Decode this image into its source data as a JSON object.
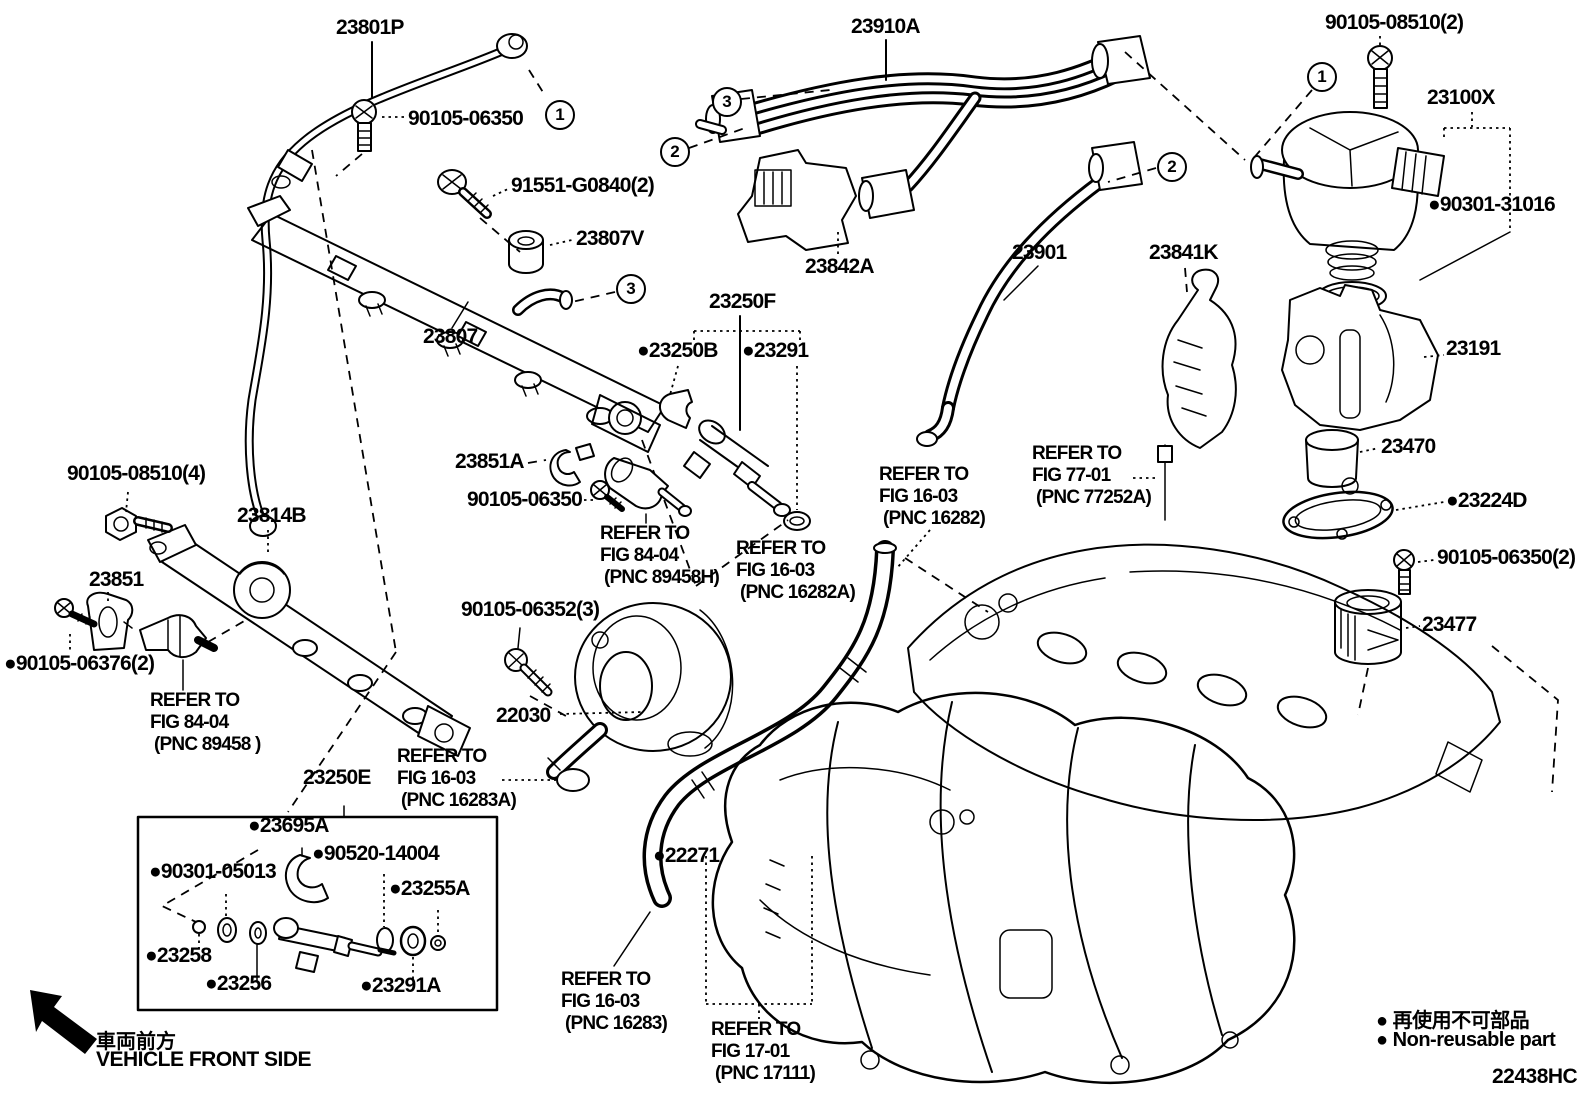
{
  "figure": {
    "code": "22438HC"
  },
  "legend": {
    "marker": "●",
    "jp": "再使用不可部品",
    "en": "Non-reusable part"
  },
  "front": {
    "jp": "車両前方",
    "en": "VEHICLE FRONT SIDE"
  },
  "labels": [
    {
      "text": "23801P"
    },
    {
      "text": "90105-06350"
    },
    {
      "text": "23910A"
    },
    {
      "text": "90105-08510(2)"
    },
    {
      "text": "23100X"
    },
    {
      "text": "●90301-31016"
    },
    {
      "text": "91551-G0840(2)"
    },
    {
      "text": "23807V"
    },
    {
      "text": "23842A"
    },
    {
      "text": "23901"
    },
    {
      "text": "23841K"
    },
    {
      "text": "23191"
    },
    {
      "text": "23807"
    },
    {
      "text": "23250F"
    },
    {
      "text": "●23250B"
    },
    {
      "text": "●23291"
    },
    {
      "text": "23470"
    },
    {
      "text": "●23224D"
    },
    {
      "text": "90105-08510(4)"
    },
    {
      "text": "23814B"
    },
    {
      "text": "23851"
    },
    {
      "text": "●90105-06376(2)"
    },
    {
      "text": "23851A"
    },
    {
      "text": "90105-06350"
    },
    {
      "text": "90105-06352(3)"
    },
    {
      "text": "22030"
    },
    {
      "text": "●22271"
    },
    {
      "text": "23250E"
    },
    {
      "text": "●23695A"
    },
    {
      "text": "●90520-14004"
    },
    {
      "text": "●90301-05013"
    },
    {
      "text": "●23255A"
    },
    {
      "text": "●23258"
    },
    {
      "text": "●23256"
    },
    {
      "text": "●23291A"
    },
    {
      "text": "90105-06350(2)"
    },
    {
      "text": "23477"
    }
  ],
  "circles": [
    "1",
    "2",
    "3",
    "3",
    "2",
    "1"
  ],
  "refs": [
    {
      "l1": "REFER TO",
      "l2": "FIG 84-04",
      "l3": "(PNC 89458H)"
    },
    {
      "l1": "REFER TO",
      "l2": "FIG 16-03",
      "l3": "(PNC 16282A)"
    },
    {
      "l1": "REFER TO",
      "l2": "FIG 16-03",
      "l3": "(PNC 16282)"
    },
    {
      "l1": "REFER TO",
      "l2": "FIG 77-01",
      "l3": "(PNC 77252A)"
    },
    {
      "l1": "REFER TO",
      "l2": "FIG 84-04",
      "l3": "(PNC 89458 )"
    },
    {
      "l1": "REFER TO",
      "l2": "FIG 16-03",
      "l3": "(PNC 16283A)"
    },
    {
      "l1": "REFER TO",
      "l2": "FIG 16-03",
      "l3": "(PNC 16283)"
    },
    {
      "l1": "REFER TO",
      "l2": "FIG 17-01",
      "l3": "(PNC 17111)"
    }
  ]
}
